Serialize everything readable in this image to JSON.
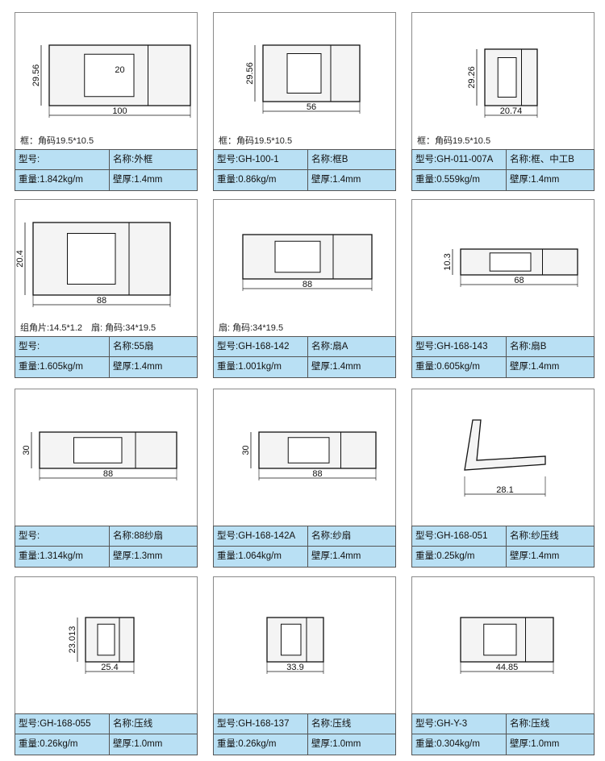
{
  "cards": [
    {
      "dims": [
        "29.56",
        "100",
        "20"
      ],
      "caption": "框：角码19.5*10.5",
      "model": "型号:",
      "name": "名称:外框",
      "weight": "重量:1.842kg/m",
      "thickness": "壁厚:1.4mm"
    },
    {
      "dims": [
        "29.56",
        "56"
      ],
      "caption": "框：角码19.5*10.5",
      "model": "型号:GH-100-1",
      "name": "名称:框B",
      "weight": "重量:0.86kg/m",
      "thickness": "壁厚:1.4mm"
    },
    {
      "dims": [
        "29.26",
        "20.74"
      ],
      "caption": "框：角码19.5*10.5",
      "model": "型号:GH-011-007A",
      "name": "名称:框、中工B",
      "weight": "重量:0.559kg/m",
      "thickness": "壁厚:1.4mm"
    },
    {
      "dims": [
        "20.4",
        "88"
      ],
      "caption": "组角片:14.5*1.2　扇: 角码:34*19.5",
      "model": "型号:",
      "name": "名称:55扇",
      "weight": "重量:1.605kg/m",
      "thickness": "壁厚:1.4mm"
    },
    {
      "dims": [
        "",
        "88"
      ],
      "caption": "扇: 角码:34*19.5",
      "model": "型号:GH-168-142",
      "name": "名称:扇A",
      "weight": "重量:1.001kg/m",
      "thickness": "壁厚:1.4mm"
    },
    {
      "dims": [
        "10.3",
        "68"
      ],
      "caption": "",
      "model": "型号:GH-168-143",
      "name": "名称:扇B",
      "weight": "重量:0.605kg/m",
      "thickness": "壁厚:1.4mm"
    },
    {
      "dims": [
        "30",
        "88"
      ],
      "caption": "",
      "model": "型号:",
      "name": "名称:88纱扇",
      "weight": "重量:1.314kg/m",
      "thickness": "壁厚:1.3mm"
    },
    {
      "dims": [
        "30",
        "88"
      ],
      "caption": "",
      "model": "型号:GH-168-142A",
      "name": "名称:纱扇",
      "weight": "重量:1.064kg/m",
      "thickness": "壁厚:1.4mm"
    },
    {
      "dims": [
        "",
        "28.1"
      ],
      "caption": "",
      "model": "型号:GH-168-051",
      "name": "名称:纱压线",
      "weight": "重量:0.25kg/m",
      "thickness": "壁厚:1.4mm"
    },
    {
      "dims": [
        "23.013",
        "25.4"
      ],
      "caption": "",
      "model": "型号:GH-168-055",
      "name": "名称:压线",
      "weight": "重量:0.26kg/m",
      "thickness": "壁厚:1.0mm"
    },
    {
      "dims": [
        "",
        "33.9"
      ],
      "caption": "",
      "model": "型号:GH-168-137",
      "name": "名称:压线",
      "weight": "重量:0.26kg/m",
      "thickness": "壁厚:1.0mm"
    },
    {
      "dims": [
        "",
        "44.85"
      ],
      "caption": "",
      "model": "型号:GH-Y-3",
      "name": "名称:压线",
      "weight": "重量:0.304kg/m",
      "thickness": "壁厚:1.0mm"
    }
  ]
}
